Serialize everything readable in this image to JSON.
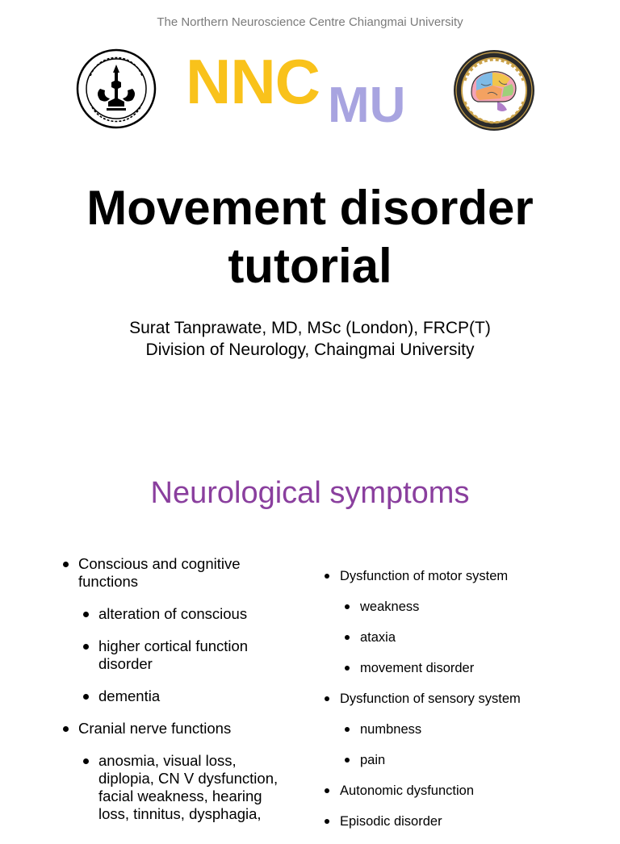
{
  "slide1": {
    "org_header": "The Northern Neuroscience Centre Chiangmai University",
    "logo": {
      "primary": "NNC",
      "secondary": "MU",
      "primary_color": "#f9c21b",
      "secondary_color": "#a8a4e0"
    },
    "title_line1": "Movement disorder",
    "title_line2": "tutorial",
    "author_line": "Surat Tanprawate, MD, MSc (London), FRCP(T)",
    "affiliation_line": "Division of Neurology, Chaingmai University",
    "seal_left_icon": "university-seal-icon",
    "seal_right_icon": "brain-emblem-icon"
  },
  "slide2": {
    "title": "Neurological symptoms",
    "title_color": "#8a3f9e",
    "left": {
      "item1": {
        "line1": "Conscious and cognitive",
        "line2": "functions",
        "sub": [
          "alteration of conscious",
          "higher cortical function",
          "disorder",
          "dementia"
        ]
      },
      "item2": {
        "label": "Cranial nerve functions",
        "sub_lines": [
          "anosmia, visual loss,",
          "diplopia, CN V dysfunction,",
          "facial weakness, hearing",
          "loss, tinnitus, dysphagia,"
        ]
      }
    },
    "right": {
      "motor": {
        "label": "Dysfunction of motor system",
        "sub": [
          "weakness",
          "ataxia",
          "movement disorder"
        ]
      },
      "sensory": {
        "label": "Dysfunction of sensory system",
        "sub": [
          "numbness",
          "pain"
        ]
      },
      "autonomic": "Autonomic dysfunction",
      "episodic": "Episodic disorder"
    }
  }
}
